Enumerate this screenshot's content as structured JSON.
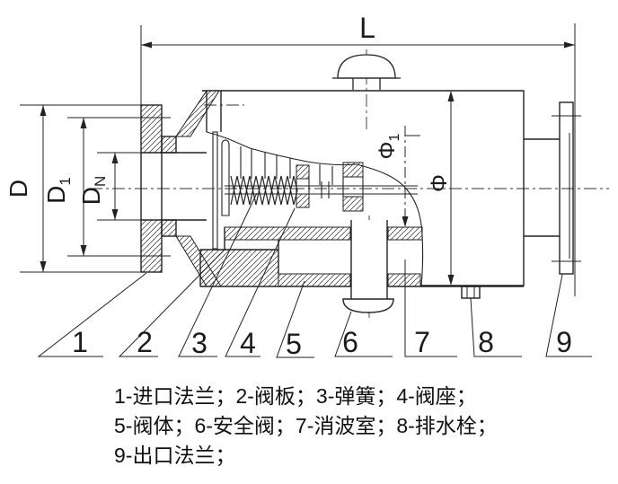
{
  "drawing": {
    "labels": {
      "length": "L",
      "outer_diameter": "D",
      "flange_d_main": "D",
      "flange_d_sub": "1",
      "nominal_d_main": "D",
      "nominal_d_sub": "N",
      "body_diameter": "Φ",
      "inner_d_main": "Φ",
      "inner_d_sub": "1"
    },
    "part_numbers": [
      "1",
      "2",
      "3",
      "4",
      "5",
      "6",
      "7",
      "8",
      "9"
    ]
  },
  "legend": {
    "lines": [
      "1-进口法兰；2-阀板；3-弹簧；4-阀座；",
      "5-阀体；6-安全阀；7-消波室；8-排水栓；",
      "9-出口法兰；"
    ]
  }
}
